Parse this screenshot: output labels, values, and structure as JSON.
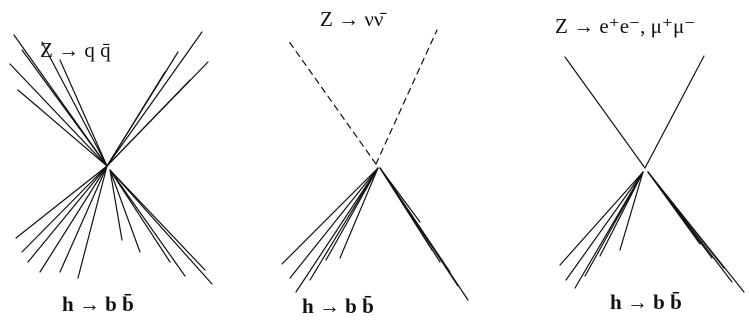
{
  "panels": [
    {
      "top_label": "Z → q q̄",
      "bottom_label": "h → b b̄"
    },
    {
      "top_label": "Z → νν̄",
      "bottom_label": "h → b b̄"
    },
    {
      "top_label": "Z → e⁺e⁻, μ⁺μ⁻",
      "bottom_label": "h → b b̄"
    }
  ]
}
